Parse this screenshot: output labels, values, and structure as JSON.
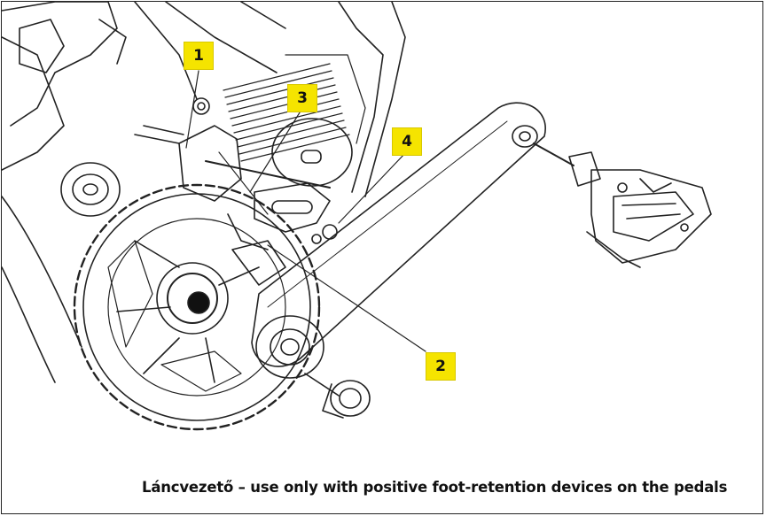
{
  "callouts": [
    "1",
    "2",
    "3",
    "4"
  ],
  "caption": "Láncvezető – use only with positive foot-retention devices on the pedals"
}
